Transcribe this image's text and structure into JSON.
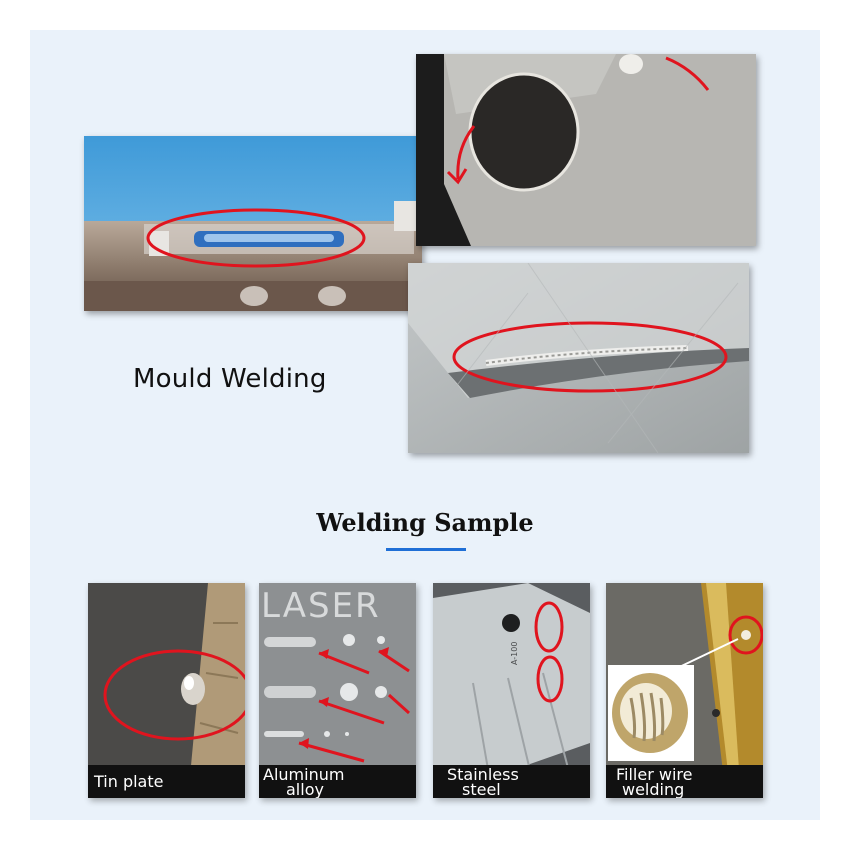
{
  "mould_section": {
    "label": "Mould Welding"
  },
  "section_title": "Welding Sample",
  "photo_text": {
    "laser_stamp": "LASER",
    "blade_stamp": "A-100"
  },
  "samples": [
    {
      "caption_line1": "Tin plate",
      "caption_line2": ""
    },
    {
      "caption_line1": "Aluminum",
      "caption_line2": "alloy"
    },
    {
      "caption_line1": "Stainless",
      "caption_line2": "steel"
    },
    {
      "caption_line1": "Filler wire",
      "caption_line2": "welding"
    }
  ],
  "colors": {
    "background": "#eaf2fa",
    "highlight_red": "#e0141e",
    "accent_rule": "#1f6fd6",
    "caption_bg": "#111111"
  }
}
